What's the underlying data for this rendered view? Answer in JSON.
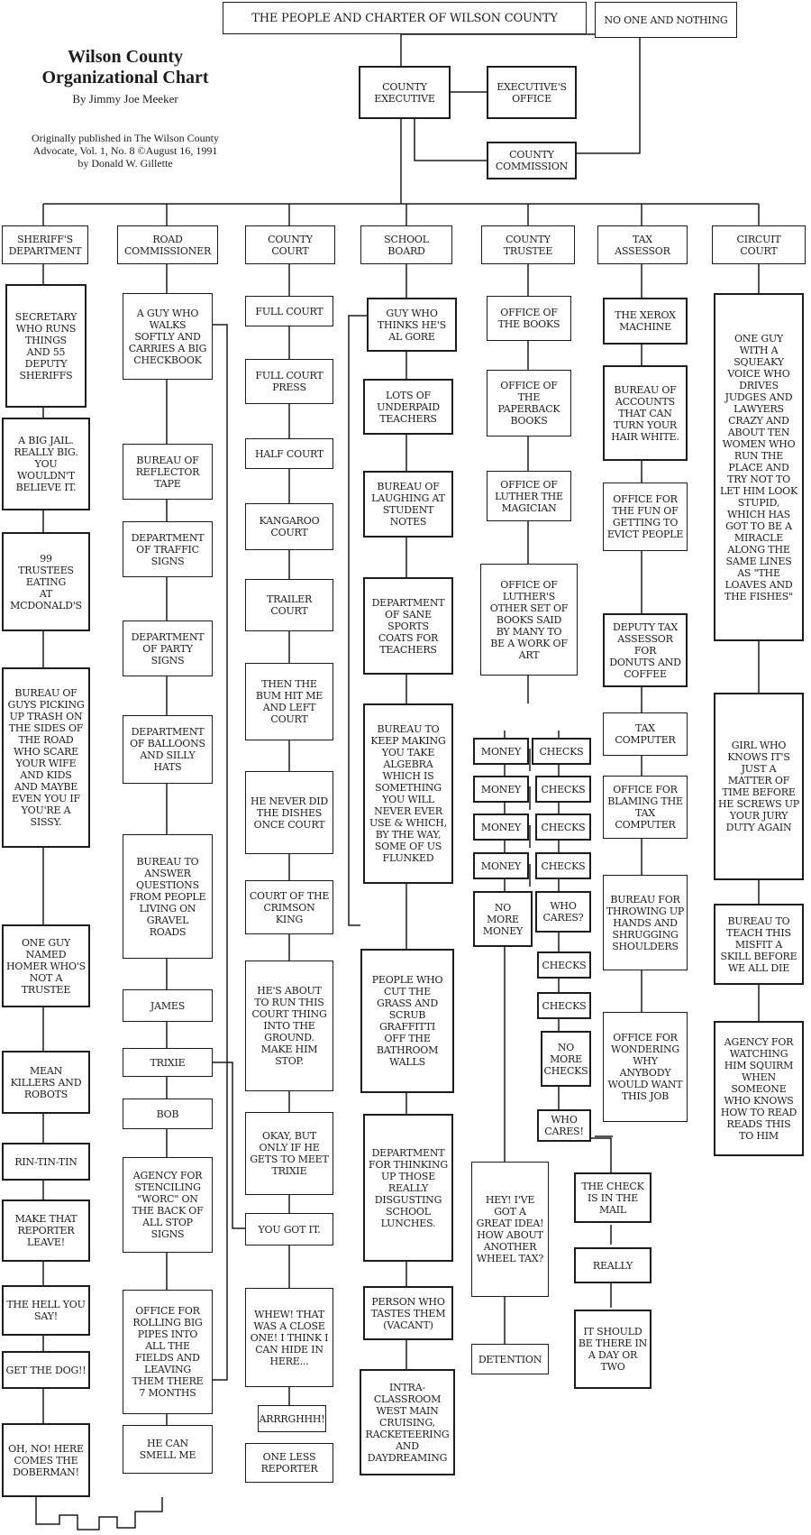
{
  "header": {
    "title_line1": "Wilson County",
    "title_line2": "Organizational Chart",
    "byline": "By Jimmy Joe Meeker",
    "publication": "Originally published in The Wilson County\nAdvocate, Vol. 1, No. 8 ©August 16, 1991\nby Donald W. Gillette"
  },
  "top": {
    "people": "THE PEOPLE AND CHARTER OF WILSON COUNTY",
    "no_one": "NO ONE AND NOTHING",
    "executive": "COUNTY\nEXECUTIVE",
    "exec_office": "EXECUTIVE'S\nOFFICE",
    "commission": "COUNTY\nCOMMISSION"
  },
  "departments": {
    "sheriff": "SHERIFF'S\nDEPARTMENT",
    "road": "ROAD\nCOMMISSIONER",
    "court": "COUNTY\nCOURT",
    "school": "SCHOOL\nBOARD",
    "trustee": "COUNTY\nTRUSTEE",
    "tax": "TAX\nASSESSOR",
    "circuit": "CIRCUIT\nCOURT"
  },
  "sheriff": [
    "SECRETARY\nWHO RUNS\nTHINGS\nAND 55\nDEPUTY\nSHERIFFS",
    "A BIG JAIL.\nREALLY BIG.\nYOU\nWOULDN'T\nBELIEVE IT.",
    "99\nTRUSTEES\nEATING\nAT\nMCDONALD'S",
    "BUREAU OF\nGUYS PICKING\nUP TRASH ON\nTHE SIDES OF\nTHE ROAD\nWHO SCARE\nYOUR WIFE\nAND KIDS\nAND MAYBE\nEVEN YOU IF\nYOU'RE A\nSISSY.",
    "ONE GUY\nNAMED\nHOMER WHO'S\nNOT A\nTRUSTEE",
    "MEAN\nKILLERS AND\nROBOTS",
    "RIN-TIN-TIN",
    "MAKE THAT\nREPORTER\nLEAVE!",
    "THE HELL YOU\nSAY!",
    "GET THE DOG!!",
    "OH, NO! HERE\nCOMES THE\nDOBERMAN!"
  ],
  "road": [
    "A GUY WHO\nWALKS\nSOFTLY AND\nCARRIES A BIG\nCHECKBOOK",
    "BUREAU OF\nREFLECTOR\nTAPE",
    "DEPARTMENT\nOF TRAFFIC\nSIGNS",
    "DEPARTMENT\nOF PARTY\nSIGNS",
    "DEPARTMENT\nOF BALLOONS\nAND SILLY\nHATS",
    "BUREAU TO\nANSWER\nQUESTIONS\nFROM PEOPLE\nLIVING ON\nGRAVEL\nROADS",
    "JAMES",
    "TRIXIE",
    "BOB",
    "AGENCY FOR\nSTENCILING\n\"WORC\" ON\nTHE BACK OF\nALL STOP\nSIGNS",
    "OFFICE FOR\nROLLING BIG\nPIPES INTO\nALL THE\nFIELDS AND\nLEAVING\nTHEM THERE\n7 MONTHS",
    "HE CAN\nSMELL ME"
  ],
  "court": [
    "FULL COURT",
    "FULL COURT\nPRESS",
    "HALF COURT",
    "KANGAROO\nCOURT",
    "TRAILER\nCOURT",
    "THEN THE\nBUM HIT ME\nAND LEFT\nCOURT",
    "HE NEVER DID\nTHE DISHES\nONCE COURT",
    "COURT OF THE\nCRIMSON\nKING",
    "HE'S ABOUT\nTO RUN THIS\nCOURT THING\nINTO THE\nGROUND.\nMAKE HIM\nSTOP.",
    "OKAY, BUT\nONLY IF HE\nGETS TO MEET\nTRIXIE",
    "YOU GOT IT.",
    "WHEW! THAT\nWAS A CLOSE\nONE! I THINK I\nCAN HIDE IN\nHERE...",
    "ARRRGHHH!",
    "ONE LESS\nREPORTER"
  ],
  "school": [
    "GUY WHO\nTHINKS HE'S\nAL GORE",
    "LOTS OF\nUNDERPAID\nTEACHERS",
    "BUREAU OF\nLAUGHING AT\nSTUDENT\nNOTES",
    "DEPARTMENT\nOF SANE\nSPORTS\nCOATS FOR\nTEACHERS",
    "BUREAU TO\nKEEP MAKING\nYOU TAKE\nALGEBRA\nWHICH IS\nSOMETHING\nYOU WILL\nNEVER EVER\nUSE & WHICH,\nBY THE WAY,\nSOME OF US\nFLUNKED",
    "PEOPLE WHO\nCUT THE\nGRASS AND\nSCRUB\nGRAFFITTI\nOFF THE\nBATHROOM\nWALLS",
    "DEPARTMENT\nFOR THINKING\nUP THOSE\nREALLY\nDISGUSTING\nSCHOOL\nLUNCHES.",
    "PERSON WHO\nTASTES THEM\n(VACANT)",
    "INTRA-\nCLASSROOM\nWEST MAIN\nCRUISING,\nRACKETEERING\nAND\nDAYDREAMING"
  ],
  "trustee": {
    "books": [
      "OFFICE OF\nTHE BOOKS",
      "OFFICE OF\nTHE\nPAPERBACK\nBOOKS",
      "OFFICE OF\nLUTHER THE\nMAGICIAN",
      "OFFICE OF\nLUTHER'S\nOTHER SET OF\nBOOKS SAID\nBY MANY TO\nBE A WORK OF\nART"
    ],
    "money": "MONEY",
    "checks": "CHECKS",
    "no_more_money": "NO\nMORE\nMONEY",
    "who_cares": "WHO\nCARES?",
    "no_more_checks": "NO\nMORE\nCHECKS",
    "who_cares_2": "WHO\nCARES!",
    "idea": "HEY! I'VE\nGOT A\nGREAT IDEA!\nHOW ABOUT\nANOTHER\nWHEEL TAX?",
    "detention": "DETENTION",
    "check_in_mail": "THE CHECK\nIS IN THE\nMAIL",
    "really": "REALLY",
    "should_be": "IT SHOULD\nBE THERE IN\nA DAY OR\nTWO"
  },
  "tax": [
    "THE XEROX\nMACHINE",
    "BUREAU OF\nACCOUNTS\nTHAT CAN\nTURN YOUR\nHAIR WHITE.",
    "OFFICE FOR\nTHE FUN OF\nGETTING TO\nEVICT PEOPLE",
    "DEPUTY TAX\nASSESSOR FOR\nDONUTS AND\nCOFFEE",
    "TAX\nCOMPUTER",
    "OFFICE FOR\nBLAMING THE\nTAX\nCOMPUTER",
    "BUREAU FOR\nTHROWING UP\nHANDS AND\nSHRUGGING\nSHOULDERS",
    "OFFICE FOR\nWONDERING\nWHY\nANYBODY\nWOULD WANT\nTHIS JOB"
  ],
  "circuit": [
    "ONE GUY\nWITH A\nSQUEAKY\nVOICE WHO\nDRIVES\nJUDGES AND\nLAWYERS\nCRAZY AND\nABOUT TEN\nWOMEN WHO\nRUN THE\nPLACE AND\nTRY NOT TO\nLET HIM LOOK\nSTUPID,\nWHICH HAS\nGOT TO BE A\nMIRACLE\nALONG THE\nSAME LINES\nAS \"THE\nLOAVES AND\nTHE FISHES\"",
    "GIRL WHO\nKNOWS IT'S\nJUST A\nMATTER OF\nTIME BEFORE\nHE SCREWS UP\nYOUR JURY\nDUTY AGAIN",
    "BUREAU TO\nTEACH THIS\nMISFIT A\nSKILL BEFORE\nWE ALL DIE",
    "AGENCY FOR\nWATCHING\nHIM SQUIRM\nWHEN\nSOMEONE\nWHO KNOWS\nHOW TO READ\nREADS THIS\nTO HIM"
  ]
}
